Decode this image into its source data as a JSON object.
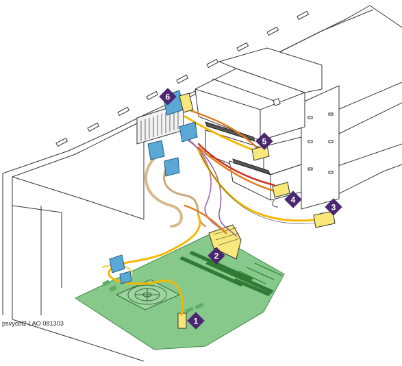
{
  "figure": {
    "caption": "psvycbl2 LAO 081303"
  },
  "callouts": [
    {
      "id": "1",
      "label": "1"
    },
    {
      "id": "2",
      "label": "2"
    },
    {
      "id": "3",
      "label": "3"
    },
    {
      "id": "4",
      "label": "4"
    },
    {
      "id": "5",
      "label": "5"
    },
    {
      "id": "6",
      "label": "6"
    }
  ],
  "colors": {
    "board": "#86c98a",
    "board_edge": "#3f8a45",
    "board_dark": "#2f7a36",
    "connector": "#f8e77a",
    "cable_yellow": "#f5b800",
    "cable_orange": "#e07a1a",
    "cable_red": "#d0301e",
    "cable_purple": "#b07bb8",
    "cable_tan": "#d8b98a",
    "clip_blue": "#5aa8d6",
    "callout": "#4b2770",
    "outline": "#333333"
  }
}
